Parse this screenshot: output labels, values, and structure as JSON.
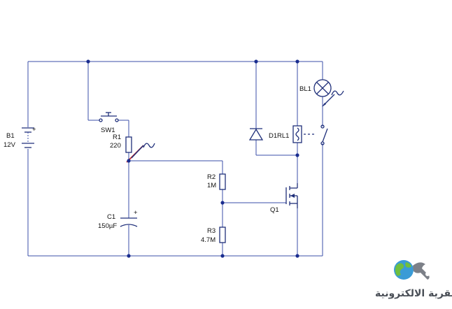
{
  "components": {
    "battery": {
      "ref": "B1",
      "value": "12V",
      "polarity": "+"
    },
    "switch": {
      "ref": "SW1"
    },
    "r1": {
      "ref": "R1",
      "value": "220"
    },
    "r2": {
      "ref": "R2",
      "value": "1M"
    },
    "r3": {
      "ref": "R3",
      "value": "4.7M"
    },
    "c1": {
      "ref": "C1",
      "value": "150µF",
      "polarity": "+"
    },
    "diode": {
      "ref": "D1"
    },
    "relay": {
      "ref": "RL1"
    },
    "lamp": {
      "ref": "BL1"
    },
    "mosfet": {
      "ref": "Q1"
    }
  },
  "logo": {
    "text": "القرية الالكترونية"
  },
  "colors": {
    "wire": "#3b4fa8",
    "component": "#1f2f7a",
    "node": "#1a2d8f",
    "pot_wiper": "#c0262b"
  }
}
